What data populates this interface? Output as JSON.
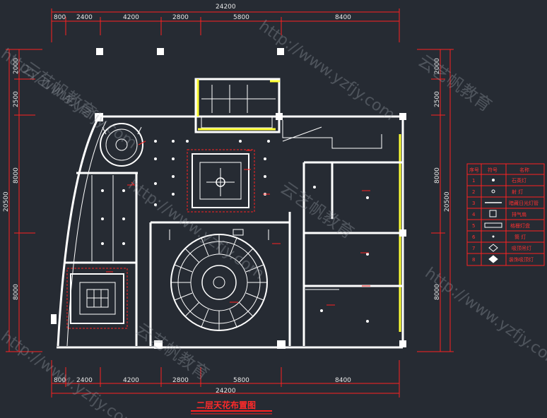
{
  "drawing": {
    "title": "二层天花布置图",
    "total_width": "24200",
    "total_height": "20500",
    "top_dims": [
      "800",
      "2400",
      "4200",
      "2800",
      "5800",
      "8400"
    ],
    "bottom_dims": [
      "800",
      "2400",
      "4200",
      "2800",
      "5800",
      "8400"
    ],
    "left_dims": [
      "2000",
      "2500",
      "8000",
      "8000"
    ],
    "right_dims": [
      "2000",
      "2500",
      "8000",
      "8000"
    ]
  },
  "legend": {
    "headers": [
      "序号",
      "符号",
      "名称"
    ],
    "rows": [
      {
        "no": "1",
        "name": "石英灯"
      },
      {
        "no": "2",
        "name": "射 灯"
      },
      {
        "no": "3",
        "name": "暗藏日光灯管"
      },
      {
        "no": "4",
        "name": "排气扇"
      },
      {
        "no": "5",
        "name": "格栅灯盘"
      },
      {
        "no": "6",
        "name": "筒 灯"
      },
      {
        "no": "7",
        "name": "吸顶吊灯"
      },
      {
        "no": "8",
        "name": "装饰吸顶灯"
      }
    ]
  },
  "watermarks": [
    "http://www.yzfjy.com",
    "云艺帆教育"
  ],
  "colors": {
    "background": "#262b33",
    "dimension": "#ff2020",
    "wall": "#ffffff",
    "window": "#ffff33"
  }
}
